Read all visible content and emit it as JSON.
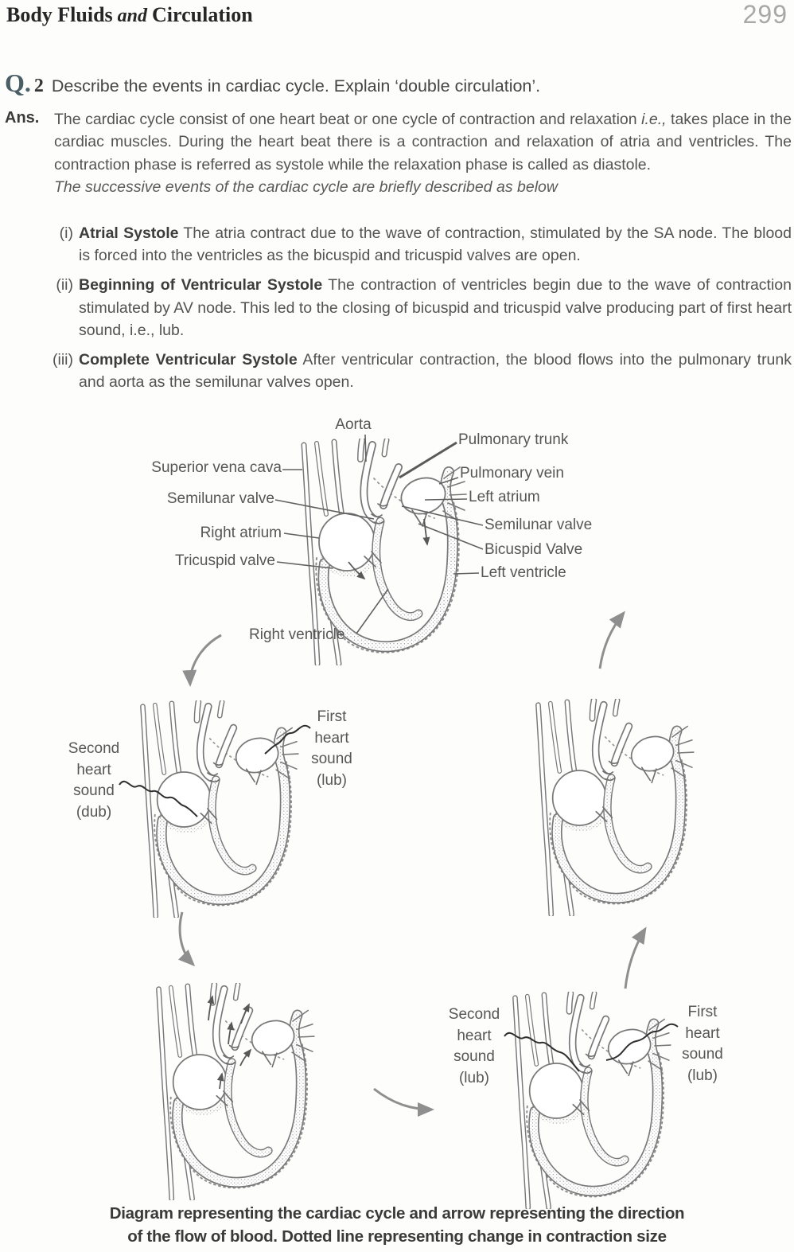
{
  "header": {
    "title_part1": "Body Fluids",
    "title_part2": " and ",
    "title_part3": "Circulation",
    "page_number": "299"
  },
  "question": {
    "q_label": "Q.",
    "q_number": "2",
    "text": "Describe the events in cardiac cycle. Explain ‘double circulation’."
  },
  "answer": {
    "ans_label": "Ans.",
    "intro_before": "The  cardiac cycle consist of one heart beat or one cycle of contraction and relaxation ",
    "intro_italic": "i.e.,",
    "intro_after": " takes place in the cardiac muscles. During the heart beat there is a contraction and relaxation of atria and ventricles. The contraction phase is referred as systole while the relaxation phase is called as diastole.",
    "subtitle": "The successive events of the cardiac cycle are briefly described as below",
    "items": [
      {
        "marker": "(i)",
        "title": "Atrial Systole",
        "text_before": " The atria contract due to the wave of contraction, stimulated by the SA node. The blood is forced into the ventricles as the bicuspid and tricuspid valves are open.",
        "italic": "",
        "text_after": ""
      },
      {
        "marker": "(ii)",
        "title": "Beginning of Ventricular Systole",
        "text_before": " The contraction of ventricles begin due to the wave of contraction stimulated by AV node. This led to the closing of bicuspid and tricuspid valve producing part of first heart sound, ",
        "italic": "i.e.,",
        "text_after": " lub."
      },
      {
        "marker": "(iii)",
        "title": "Complete Ventricular Systole",
        "text_before": " After ventricular contraction, the blood flows into the pulmonary trunk and aorta as the semilunar valves open.",
        "italic": "",
        "text_after": ""
      }
    ]
  },
  "figure": {
    "heart_labels": {
      "aorta": "Aorta",
      "pulmonary_trunk": "Pulmonary trunk",
      "superior_vena_cava": "Superior vena cava",
      "pulmonary_vein": "Pulmonary vein",
      "semilunar_valve_left": "Semilunar valve",
      "left_atrium": "Left atrium",
      "right_atrium": "Right atrium",
      "semilunar_valve_right": "Semilunar valve",
      "tricuspid_valve": "Tricuspid valve",
      "bicuspid_valve": "Bicuspid Valve",
      "left_ventricle": "Left ventricle",
      "right_ventricle": "Right ventricle"
    },
    "sounds": {
      "mid_left_second": "Second\nheart\nsound\n(dub)",
      "mid_left_first": "First\nheart\nsound\n(lub)",
      "bottom_right_second": "Second\nheart\nsound\n(lub)",
      "bottom_right_first": "First\nheart\nsound\n(lub)"
    },
    "caption_line1": "Diagram representing the cardiac cycle and arrow representing the direction",
    "caption_line2": "of the flow of blood. Dotted line representing change in contraction size"
  },
  "style": {
    "line_art_color": "#787878",
    "arrow_color": "#8f8f8f",
    "text_color": "#535353"
  }
}
